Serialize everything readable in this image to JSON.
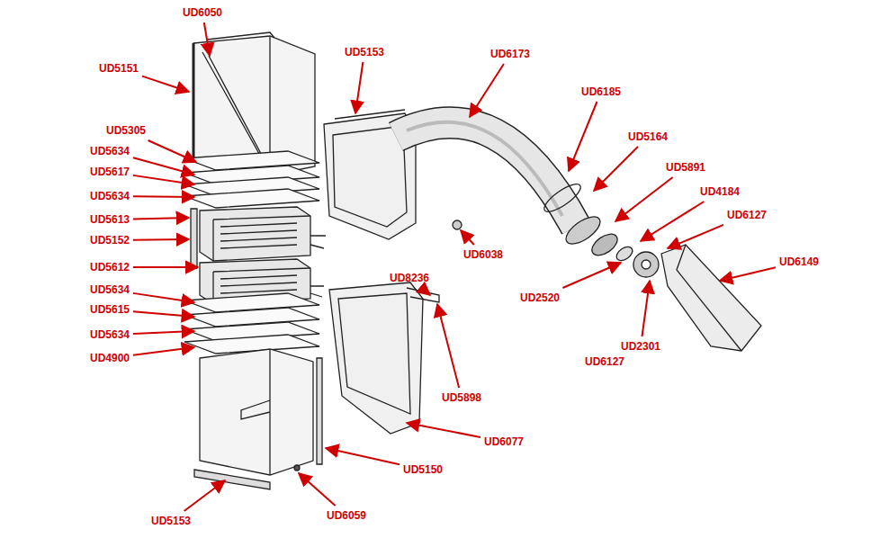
{
  "diagram": {
    "labels": [
      "UD6050",
      "UD5151",
      "UD5153",
      "UD6173",
      "UD6185",
      "UD5164",
      "UD5891",
      "UD4184",
      "UD6127",
      "UD6149",
      "UD5305",
      "UD5634",
      "UD5617",
      "UD5634",
      "UD5613",
      "UD5152",
      "UD5612",
      "UD5634",
      "UD5615",
      "UD5634",
      "UD4900",
      "UD6038",
      "UD8236",
      "UD2520",
      "UD2301",
      "UD6127",
      "UD5898",
      "UD6077",
      "UD5150",
      "UD5153",
      "UD6059"
    ]
  }
}
